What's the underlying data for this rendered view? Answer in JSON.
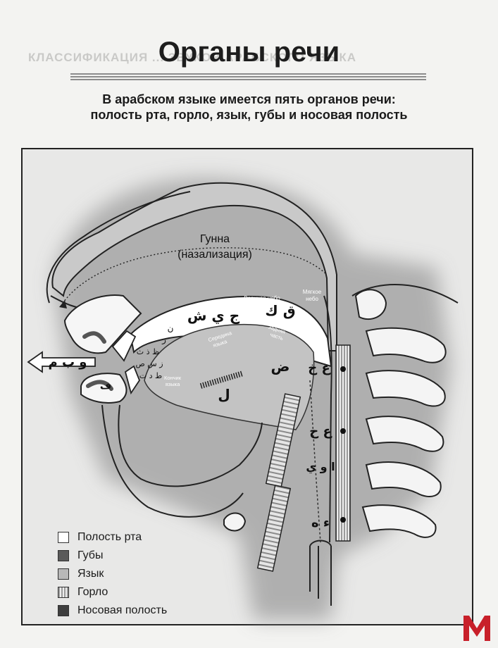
{
  "page": {
    "title": "Органы речи",
    "subtitle_line1": "В арабском языке имеется пять органов речи:",
    "subtitle_line2": "полость рта, горло, язык, губы и носовая полость",
    "bleed_through_text": "КЛАССИФИКАЦИЯ ... ЗВУКОВ АРАБСКОГО ЯЗЫКА"
  },
  "diagram": {
    "gunna_label": "Гунна",
    "nasalization_label": "(назализация)",
    "hard_palate": "Верхнее небо",
    "soft_palate_1": "Мягкое",
    "soft_palate_2": "небо",
    "tongue_tip_1": "Кончик",
    "tongue_tip_2": "языка",
    "tongue_middle_1": "Середина",
    "tongue_middle_2": "языка",
    "tongue_back_1": "Задняя",
    "tongue_back_2": "часть",
    "letters": {
      "lips": "و ب م",
      "lip_fa": "ف",
      "teeth_1": "ظ ذ ث",
      "teeth_2": "ز س ص",
      "teeth_3": "ط د ت",
      "near_tip_r": "ر",
      "near_tip_n": "ن",
      "mid": "ج ي ش",
      "back": "ق ك",
      "lam": "ل",
      "dad": "ض",
      "upper_throat": "غ خ",
      "middle_throat": "ع ح",
      "long_vowels": "ا و ي",
      "lower_throat": "ء ه"
    }
  },
  "legend": [
    {
      "label": "Полость рта",
      "color": "#ffffff"
    },
    {
      "label": "Губы",
      "color": "#5a5a5a"
    },
    {
      "label": "Язык",
      "color": "#b8b8b8"
    },
    {
      "label": "Горло",
      "color": "#d9d9d9"
    },
    {
      "label": "Носовая полость",
      "color": "#3e3e3e"
    }
  ],
  "logo": {
    "letter": "M",
    "color": "#c8202a"
  }
}
